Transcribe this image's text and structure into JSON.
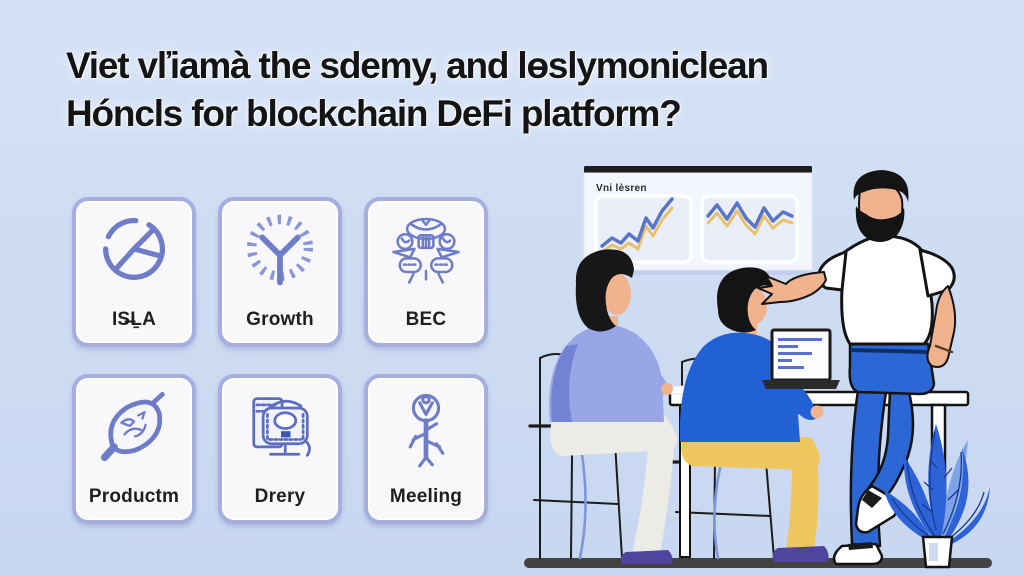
{
  "title": {
    "line1": "Viet vľiamà the sdemy, and lɵslymoniclean",
    "line2": "Hóncls for blockchain DeFi platform?"
  },
  "cards": [
    {
      "label": "IS̶ḺA",
      "icon": "pie-chart-icon"
    },
    {
      "label": "Growth",
      "icon": "radial-dial-icon"
    },
    {
      "label": "BEC",
      "icon": "beetle-icon"
    },
    {
      "label": "Productm",
      "icon": "leaf-magnifier-icon"
    },
    {
      "label": "Drery",
      "icon": "computer-icon"
    },
    {
      "label": "Meeling",
      "icon": "key-icon"
    }
  ],
  "board": {
    "title": "Vni lèsren",
    "charts": [
      {
        "blue": "82,86 92,78 101,83 109,74 118,81 126,58 133,68 142,51 152,39",
        "yellow": "82,92 92,85 101,89 109,83 118,89 126,66 133,76 142,60 152,48"
      },
      {
        "blue": "188,56 197,45 207,59 217,43 226,58 235,67 244,48 253,61 263,52 272,56",
        "yellow": "188,63 197,53 207,66 217,51 226,65 235,74 244,56 253,68 263,60 272,63"
      }
    ]
  },
  "colors": {
    "background": "#cfddf4",
    "card_bg": "#f8f8fb",
    "card_border": "#a6aede",
    "icon_stroke": "#6f7cc7",
    "title_text": "#141414",
    "chart_blue": "#5a74c8",
    "chart_yellow": "#e7c26a",
    "sweater_periwinkle": "#98a6e6",
    "sweater_blue": "#2161d3",
    "pants_yellow": "#eec85f",
    "jeans_blue": "#2c67d6",
    "shirt_white": "#ffffff",
    "skin": "#f0b38e",
    "hair_black": "#151515",
    "shoe_purple": "#4f459e",
    "plant_blue": "#2e62d7",
    "floor_gray": "#424242"
  }
}
